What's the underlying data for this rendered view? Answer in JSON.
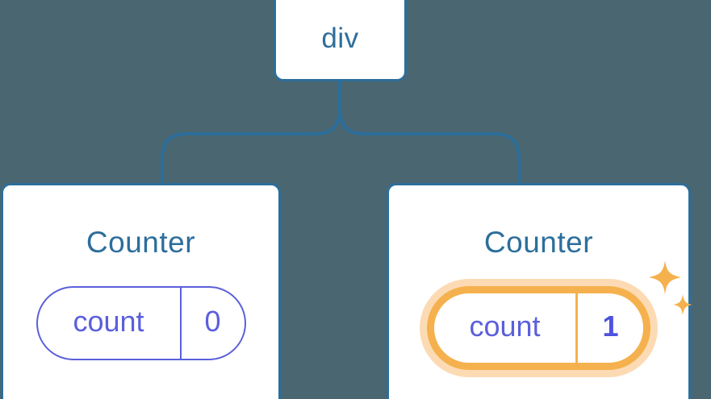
{
  "diagram": {
    "type": "component-tree",
    "background_color": "#4a6670",
    "node_border_color": "#2c6e9b",
    "node_fill_color": "#ffffff",
    "connector_color": "#2c6e9b",
    "state_color": "#5b5fdb",
    "highlight_color": "#f5b14e",
    "highlight_glow_color": "#fabe76"
  },
  "root": {
    "label": "div"
  },
  "children": [
    {
      "title": "Counter",
      "state": {
        "key": "count",
        "value": "0"
      },
      "highlighted": false
    },
    {
      "title": "Counter",
      "state": {
        "key": "count",
        "value": "1"
      },
      "highlighted": true
    }
  ]
}
